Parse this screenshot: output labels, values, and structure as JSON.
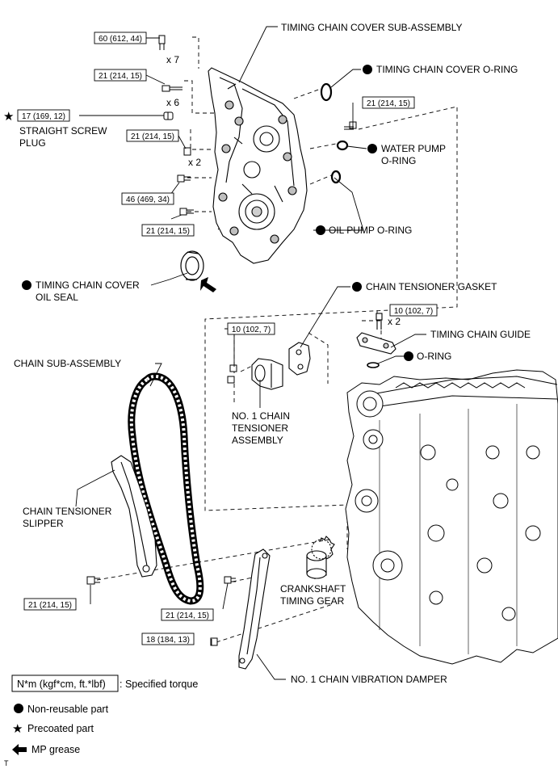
{
  "labels": {
    "timing_chain_cover": "TIMING CHAIN COVER SUB-ASSEMBLY",
    "cover_o_ring": "TIMING CHAIN COVER O-RING",
    "straight_screw_plug_1": "STRAIGHT SCREW",
    "straight_screw_plug_2": "PLUG",
    "water_pump_o_ring_1": "WATER PUMP",
    "water_pump_o_ring_2": "O-RING",
    "oil_pump_o_ring": "OIL PUMP O-RING",
    "oil_seal_1": "TIMING CHAIN COVER",
    "oil_seal_2": "OIL SEAL",
    "chain_tensioner_gasket": "CHAIN TENSIONER GASKET",
    "timing_chain_guide": "TIMING CHAIN GUIDE",
    "o_ring": "O-RING",
    "chain_sub_assembly": "CHAIN SUB-ASSEMBLY",
    "tensioner_assembly_1": "NO. 1 CHAIN",
    "tensioner_assembly_2": "TENSIONER",
    "tensioner_assembly_3": "ASSEMBLY",
    "tensioner_slipper_1": "CHAIN TENSIONER",
    "tensioner_slipper_2": "SLIPPER",
    "crank_gear_1": "CRANKSHAFT",
    "crank_gear_2": "TIMING GEAR",
    "vibration_damper": "NO. 1 CHAIN VIBRATION DAMPER"
  },
  "torques": {
    "t_60": "60 (612, 44)",
    "t_21_a": "21 (214, 15)",
    "t_17": "17 (169, 12)",
    "t_21_b": "21 (214, 15)",
    "t_21_c": "21 (214, 15)",
    "t_46": "46 (469, 34)",
    "t_21_d": "21 (214, 15)",
    "t_10_a": "10 (102, 7)",
    "t_10_b": "10 (102, 7)",
    "t_21_e": "21 (214, 15)",
    "t_21_f": "21 (214, 15)",
    "t_18": "18 (184, 13)"
  },
  "qty": {
    "x7": "x 7",
    "x6": "x 6",
    "x2_a": "x 2",
    "x2_b": "x 2"
  },
  "legend": {
    "unit_box": "N*m (kgf*cm, ft.*lbf)",
    "unit_text": ": Specified torque",
    "non_reusable": "Non-reusable part",
    "precoated": "Precoated part",
    "mp_grease": "MP grease"
  },
  "corner_mark": "T"
}
